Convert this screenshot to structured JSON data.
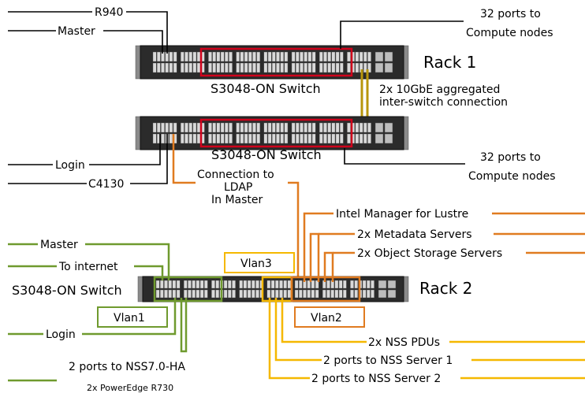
{
  "rack1": {
    "title": "Rack 1",
    "top_switch_label": "S3048-ON Switch",
    "bottom_switch_label": "S3048-ON Switch",
    "label_r940": "R940",
    "label_master": "Master",
    "top_ports_line1": "32 ports to",
    "top_ports_line2": "Compute nodes",
    "uplink_line1": "2x 10GbE aggregated",
    "uplink_line2": "inter-switch connection",
    "bottom_ports_line1": "32 ports to",
    "bottom_ports_line2": "Compute nodes",
    "label_login": "Login",
    "label_c4130": "C4130",
    "ldap_line1": "Connection to",
    "ldap_line2": "LDAP",
    "ldap_line3": "In Master"
  },
  "rack2": {
    "title": "Rack 2",
    "switch_label": "S3048-ON Switch",
    "label_master": "Master",
    "label_internet": "To internet",
    "label_login": "Login",
    "label_nss_ha": "2 ports to NSS7.0-HA",
    "label_poweredge": "2x PowerEdge R730",
    "vlan1": "Vlan1",
    "vlan2": "Vlan2",
    "vlan3": "Vlan3",
    "label_intel": "Intel Manager for Lustre",
    "label_mds": "2x Metadata Servers",
    "label_oss": "2x Object Storage Servers",
    "label_pdus": "2x NSS PDUs",
    "label_nss1": "2 ports to NSS Server 1",
    "label_nss2": "2 ports to NSS Server 2"
  },
  "colors": {
    "black_line": "#000000",
    "red_box": "#d0021b",
    "gold_uplink": "#b8960c",
    "orange": "#e07b20",
    "green": "#6f9a2e",
    "yellow": "#f5b800"
  }
}
